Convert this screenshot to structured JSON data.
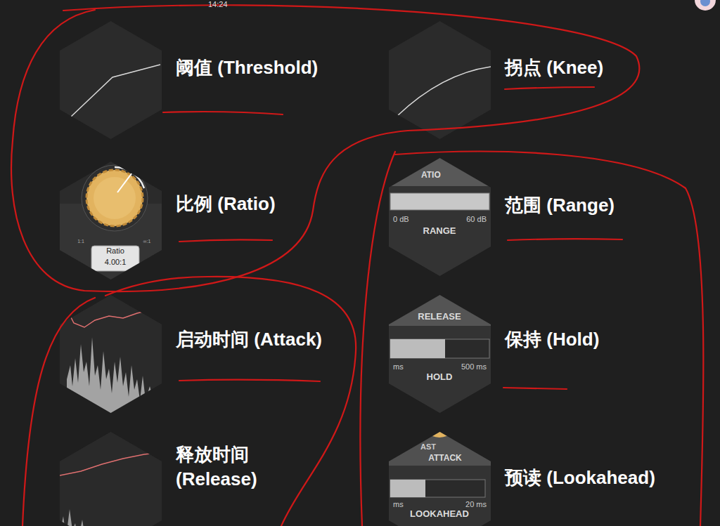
{
  "diagram": {
    "nodes": [
      {
        "text": [
          "阈值 (Threshold)"
        ]
      },
      {
        "text": [
          "拐点 (Knee)"
        ]
      },
      {
        "text": [
          "比例 (Ratio)",
          "Ratio",
          "4.00:1",
          "1:1",
          "∞:1"
        ]
      },
      {
        "text": [
          "范围 (Range)",
          "ATIO",
          "0 dB",
          "60 dB",
          "RANGE"
        ]
      },
      {
        "text": [
          "启动时间 (Attack)"
        ]
      },
      {
        "text": [
          "保持 (Hold)",
          "RELEASE",
          "ms",
          "500 ms",
          "HOLD"
        ]
      },
      {
        "text": [
          "释放时间 (Release)"
        ]
      },
      {
        "text": [
          "预读 (Lookahead)",
          "AST",
          "ATTACK",
          "ms",
          "20 ms",
          "LOOKAHEAD"
        ]
      }
    ],
    "labels": [
      "14:24"
    ]
  }
}
